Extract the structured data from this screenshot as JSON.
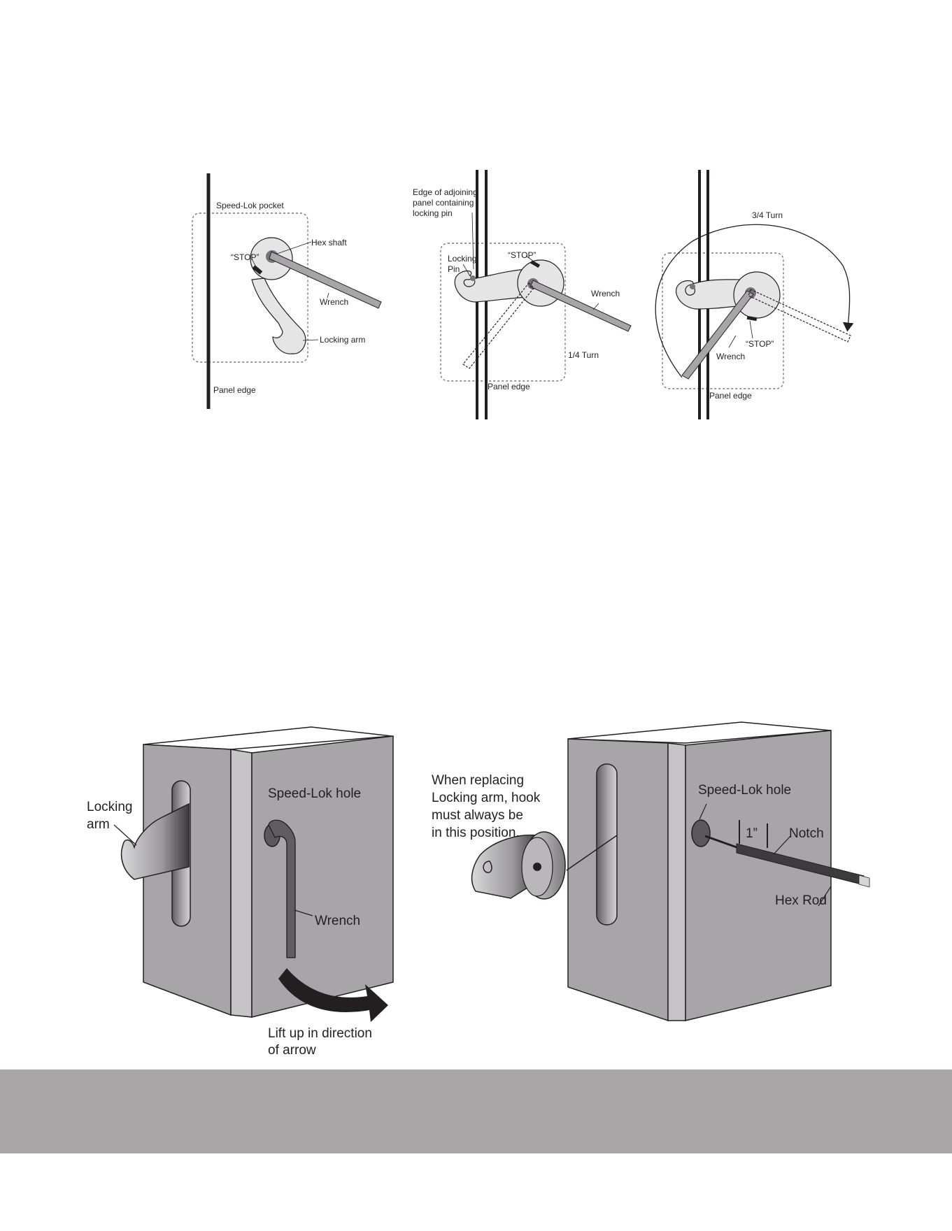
{
  "diagram_top": {
    "panel1": {
      "pocket_label": "Speed-Lok pocket",
      "hex_shaft_label": "Hex shaft",
      "stop_label": "“STOP”",
      "wrench_label": "Wrench",
      "locking_arm_label": "Locking arm",
      "panel_edge_label": "Panel edge"
    },
    "panel2": {
      "adjoining_line1": "Edge of adjoining",
      "adjoining_line2": "panel containing",
      "adjoining_line3": "locking pin",
      "locking_pin_line1": "Locking",
      "locking_pin_line2": "Pin",
      "stop_label": "“STOP”",
      "wrench_label": "Wrench",
      "turn_label": "1/4 Turn",
      "panel_edge_label": "Panel edge"
    },
    "panel3": {
      "turn_label": "3/4 Turn",
      "stop_label": "“STOP”",
      "wrench_label": "Wrench",
      "panel_edge_label": "Panel edge"
    }
  },
  "diagram_bottom": {
    "left": {
      "locking_arm_line1": "Locking",
      "locking_arm_line2": "arm",
      "hole_label": "Speed-Lok hole",
      "wrench_label": "Wrench",
      "lift_line1": "Lift up in direction",
      "lift_line2": "of arrow"
    },
    "right": {
      "replace_line1": "When replacing",
      "replace_line2": "Locking arm, hook",
      "replace_line3": "must always be",
      "replace_line4": "in this position.",
      "hole_label": "Speed-Lok hole",
      "inch_label": "1”",
      "notch_label": "Notch",
      "hex_rod_label": "Hex Rod"
    }
  },
  "colors": {
    "panel_face": "#a7a5a8",
    "panel_side": "#c6c4c7",
    "arm_fill": "#e6e5e6",
    "rod": "#8a898b",
    "dark": "#231f20",
    "footer_band": "#a8a6a7"
  }
}
